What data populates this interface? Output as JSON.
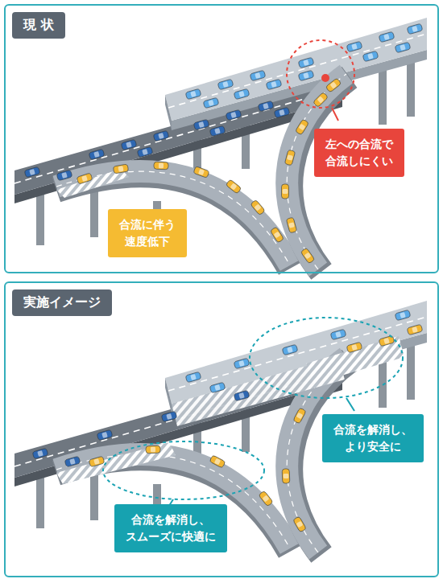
{
  "diagram": {
    "nodes": [
      {
        "text": [
          "現 状"
        ]
      },
      {
        "text": [
          "左への合流で 合流しにくい"
        ],
        "in": 0
      },
      {
        "text": [
          "合流に伴う 速度低下"
        ],
        "in": 0
      },
      {
        "text": [
          "実施イメージ"
        ]
      },
      {
        "text": [
          "合流を解消し、 より安全に"
        ],
        "in": 3
      },
      {
        "text": [
          "合流を解消し、 スムーズに快適に"
        ],
        "in": 3
      }
    ]
  }
}
